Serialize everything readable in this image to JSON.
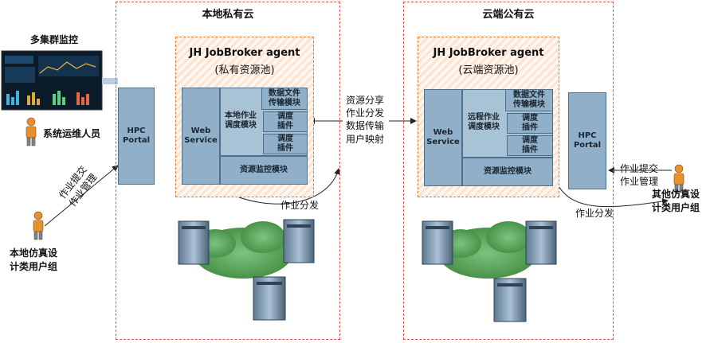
{
  "regions": {
    "local_private_cloud": "本地私有云",
    "cloud_public": "云端公有云"
  },
  "agents": {
    "local": {
      "title": "JH JobBroker agent",
      "subtitle": "(私有资源池)"
    },
    "cloud": {
      "title": "JH JobBroker agent",
      "subtitle": "(云端资源池)"
    }
  },
  "blocks": {
    "web_service": "Web\nService",
    "data_transfer": "数据文件\n传输模块",
    "local_job_scheduler": "本地作业\n调度模块",
    "remote_job_scheduler": "远程作业\n调度模块",
    "scheduler_plugin": "调度\n插件",
    "resource_monitor": "资源监控模块",
    "hpc_portal": "HPC\nPortal"
  },
  "labels": {
    "monitoring": "多集群监控",
    "ops_staff": "系统运维人员",
    "local_users": "本地仿真设\n计类用户组",
    "other_users": "其他仿真设\n计类用户组",
    "job_submit_local": "作业提交\n作业管理",
    "job_submit_other": "作业提交\n作业管理",
    "middle_link": "资源分享\n作业分发\n数据传输\n用户映射",
    "job_dispatch_local": "作业分发",
    "job_dispatch_cloud": "作业分发"
  },
  "colors": {
    "region_border": "#d9534f",
    "agent_border": "#e07a2a",
    "block_fill": "#8fb0c8",
    "person": "#e8902e"
  }
}
